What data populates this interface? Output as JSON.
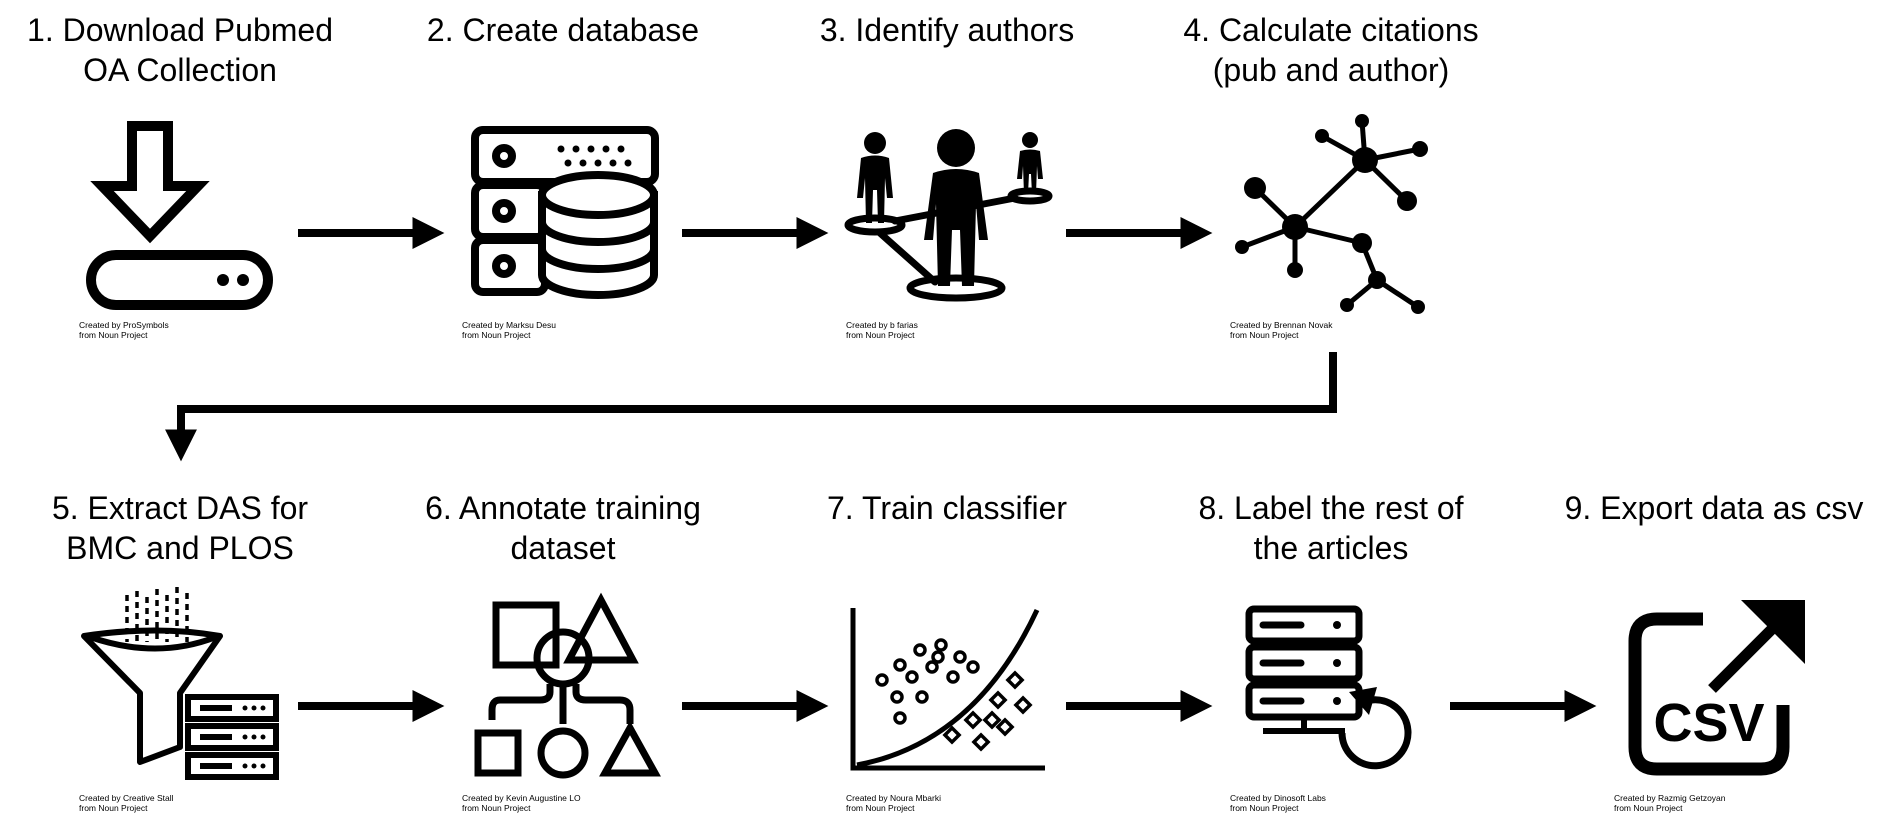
{
  "steps": [
    {
      "title": [
        "1. Download Pubmed",
        "OA Collection"
      ],
      "icon": "download-icon",
      "credit": [
        "Created by ProSymbols",
        "from Noun Project"
      ]
    },
    {
      "title": [
        "2. Create database"
      ],
      "icon": "database-icon",
      "credit": [
        "Created by Marksu Desu",
        "from Noun Project"
      ]
    },
    {
      "title": [
        "3. Identify authors"
      ],
      "icon": "authors-icon",
      "credit": [
        "Created by b farias",
        "from Noun Project"
      ]
    },
    {
      "title": [
        "4. Calculate citations",
        "(pub and author)"
      ],
      "icon": "network-icon",
      "credit": [
        "Created by Brennan Novak",
        "from Noun Project"
      ]
    },
    {
      "title": [
        "5. Extract DAS for",
        "BMC and PLOS"
      ],
      "icon": "funnel-servers-icon",
      "credit": [
        "Created by Creative Stall",
        "from Noun Project"
      ]
    },
    {
      "title": [
        "6. Annotate training",
        "dataset"
      ],
      "icon": "shapes-icon",
      "credit": [
        "Created by Kevin Augustine LO",
        "from Noun Project"
      ]
    },
    {
      "title": [
        "7. Train classifier"
      ],
      "icon": "scatter-plot-icon",
      "credit": [
        "Created by Noura Mbarki",
        "from Noun Project"
      ]
    },
    {
      "title": [
        "8. Label the rest of",
        "the articles"
      ],
      "icon": "server-refresh-icon",
      "credit": [
        "Created by Dinosoft Labs",
        "from Noun Project"
      ]
    },
    {
      "title": [
        "9. Export data as csv"
      ],
      "icon": "csv-export-icon",
      "credit": [
        "Created by Razmig Getzoyan",
        "from Noun Project"
      ],
      "csv_label": "CSV"
    }
  ],
  "colors": {
    "ink": "#000000",
    "background": "#ffffff"
  }
}
